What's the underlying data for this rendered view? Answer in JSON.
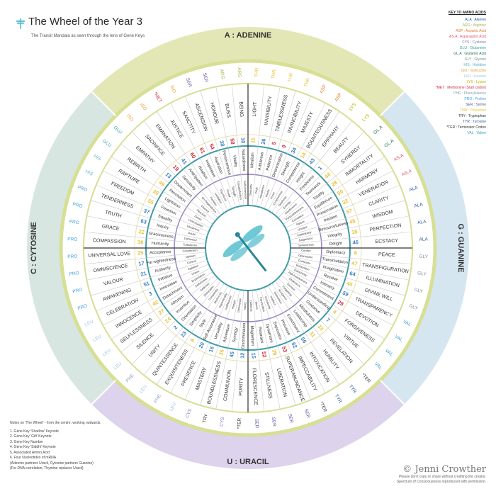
{
  "header": {
    "title": "The Wheel of the Year 3",
    "subtitle": "The Transit Mandala as seen through the lens of Gene Keys"
  },
  "nucleotides": {
    "adenine": "A : ADENINE",
    "guanine": "G : GUANINE",
    "uracil": "U : URACIL",
    "cytosine": "C : CYTOSINE"
  },
  "key": {
    "title": "KEY TO AMINO ACIDS",
    "entries": [
      {
        "label": "ALA : Alanine",
        "color": "#2c5aa0"
      },
      {
        "label": "ARG : Arginine",
        "color": "#9ab84a"
      },
      {
        "label": "ASP : Aspartic Acid",
        "color": "#e07a2e"
      },
      {
        "label": "AS.A : Asparaginic Acid",
        "color": "#e0566b"
      },
      {
        "label": "CYS : Cysteine",
        "color": "#7a7fb8"
      },
      {
        "label": "GLU : Glutamine",
        "color": "#3aa0a0"
      },
      {
        "label": "GL.A : Glutamic Acid",
        "color": "#2f6f4f"
      },
      {
        "label": "GLY : Glycine",
        "color": "#7b8b9b"
      },
      {
        "label": "HIS : Histidine",
        "color": "#5ab0c8"
      },
      {
        "label": "ISO : Isoleucine",
        "color": "#e8a030"
      },
      {
        "label": "LEU : Leucine",
        "color": "#9ec6e0"
      },
      {
        "label": "LYS : Lysine",
        "color": "#b8b000"
      },
      {
        "label": "*MET : Methionine (Start codon)",
        "color": "#d03040"
      },
      {
        "label": "PHE : Phenylalanine",
        "color": "#8aa0b8"
      },
      {
        "label": "PRO : Proline",
        "color": "#3fa0e0"
      },
      {
        "label": "SER : Serine",
        "color": "#6060a0"
      },
      {
        "label": "THR : Threonine",
        "color": "#e8c23a"
      },
      {
        "label": "TRY : Tryptophan",
        "color": "#333333"
      },
      {
        "label": "TYR : Tyrosine",
        "color": "#3060a0"
      },
      {
        "label": "*TER : Terminator Codon",
        "color": "#333333"
      },
      {
        "label": "VAL : Valine",
        "color": "#3aa0c8"
      }
    ]
  },
  "notes": {
    "title": "Notes on 'The Wheel' - from the centre, working outwards.",
    "items": [
      "1. Gene Key 'Shadow' Keynote",
      "2. Gene Key 'Gift' Keynote",
      "3. Gene Key Number",
      "4. Gene Key 'Siddhi' Keynote",
      "5. Associated Amino Acid",
      "6. Four Nucleotides of mRNA",
      "(Adenine partners Uracil, Cytosine partners Guanine)",
      "(For DNA correlation, Thymine replaces Uracil)"
    ]
  },
  "credit": {
    "signature": "Jenni Crowther",
    "line1": "Please don't copy or share without crediting the creator.",
    "line2": "Spectrum of Consciousness reproduced with permission."
  },
  "colors": {
    "adenine": "#e3e7b6",
    "guanine": "#d5e6f1",
    "uracil": "#ddd3ec",
    "cytosine": "#d7e6e1",
    "ring_green": "#d7df95",
    "ring_teal": "#3e9aa8",
    "ring_purple": "#9a83c4",
    "number_yellow": "#e8c23a",
    "number_red": "#d03040",
    "number_blue": "#3a7fc0",
    "dragonfly": "#3fb6c8"
  },
  "wheel": {
    "keys": [
      {
        "num": "11",
        "siddhi": "LIGHT",
        "gift": "Idealism",
        "shadow": "Obscurity",
        "amino": "THR",
        "tone": "y"
      },
      {
        "num": "26",
        "siddhi": "INVISIBILITY",
        "gift": "Artfulness",
        "shadow": "Pride",
        "amino": "THR",
        "tone": "b"
      },
      {
        "num": "5",
        "siddhi": "TIMELESSNESS",
        "gift": "Patience",
        "shadow": "Impatience",
        "amino": "THR",
        "tone": "r"
      },
      {
        "num": "9",
        "siddhi": "INVINCIBILITY",
        "gift": "Determination",
        "shadow": "Inertia",
        "amino": "THR",
        "tone": "r"
      },
      {
        "num": "34",
        "siddhi": "MAJESTY",
        "gift": "Strength",
        "shadow": "Force",
        "amino": "ASP",
        "tone": "b"
      },
      {
        "num": "14",
        "siddhi": "BOUNTEOUSNESS",
        "gift": "Competence",
        "shadow": "Compromise",
        "amino": "ASP",
        "tone": "y"
      },
      {
        "num": "43",
        "siddhi": "EPIPHANY",
        "gift": "Insight",
        "shadow": "Deafness",
        "amino": "LYS",
        "tone": "b"
      },
      {
        "num": "1",
        "siddhi": "BEAUTY",
        "gift": "Freshness",
        "shadow": "Entropy",
        "amino": "LYS",
        "tone": "b"
      },
      {
        "num": "44",
        "siddhi": "SYNERGY",
        "gift": "Teamwork",
        "shadow": "Interference",
        "amino": "GL.A",
        "tone": "y"
      },
      {
        "num": "28",
        "siddhi": "IMMORTALITY",
        "gift": "Totality",
        "shadow": "Purposelessness",
        "amino": "GL.A",
        "tone": "y"
      },
      {
        "num": "50",
        "siddhi": "HARMONY",
        "gift": "Equilibrium",
        "shadow": "Corruption",
        "amino": "AS.A",
        "tone": "y"
      },
      {
        "num": "32",
        "siddhi": "VENERATION",
        "gift": "Preservation",
        "shadow": "Failure",
        "amino": "AS.A",
        "tone": "y"
      },
      {
        "num": "57",
        "siddhi": "CLARITY",
        "gift": "Intuition",
        "shadow": "Unease",
        "amino": "ALA",
        "tone": "y"
      },
      {
        "num": "48",
        "siddhi": "WISDOM",
        "gift": "Resourcefulness",
        "shadow": "Inadequacy",
        "amino": "ALA",
        "tone": "y"
      },
      {
        "num": "18",
        "siddhi": "PERFECTION",
        "gift": "Integrity",
        "shadow": "Judgement",
        "amino": "ALA",
        "tone": "y"
      },
      {
        "num": "46",
        "siddhi": "ECSTACY",
        "gift": "Delight",
        "shadow": "Seriousness",
        "amino": "ALA",
        "tone": "b"
      },
      {
        "num": "6",
        "siddhi": "PEACE",
        "gift": "Diplomacy",
        "shadow": "Conflict",
        "amino": "GLY",
        "tone": "y"
      },
      {
        "num": "47",
        "siddhi": "TRANSFIGURATION",
        "gift": "Transmutation",
        "shadow": "Oppression",
        "amino": "GLY",
        "tone": "y"
      },
      {
        "num": "64",
        "siddhi": "ILLUMINATION",
        "gift": "Imagination",
        "shadow": "Confusion",
        "amino": "GLY",
        "tone": "b"
      },
      {
        "num": "40",
        "siddhi": "DIVINE WILL",
        "gift": "Resolve",
        "shadow": "Exhaustion",
        "amino": "GLY",
        "tone": "y"
      },
      {
        "num": "59",
        "siddhi": "TRANSPARENCY",
        "gift": "Intimacy",
        "shadow": "Dishonesty",
        "amino": "VAL",
        "tone": "b"
      },
      {
        "num": "29",
        "siddhi": "DEVOTION",
        "gift": "Commitment",
        "shadow": "Half-heartedness",
        "amino": "VAL",
        "tone": "r"
      },
      {
        "num": "4",
        "siddhi": "FORGIVENESS",
        "gift": "Understanding",
        "shadow": "Intolerance",
        "amino": "VAL",
        "tone": "y"
      },
      {
        "num": "7",
        "siddhi": "VIRTUE",
        "gift": "Guidance",
        "shadow": "Division",
        "amino": "VAL",
        "tone": "b"
      },
      {
        "num": "33",
        "siddhi": "REVELATION",
        "gift": "Mindfulness",
        "shadow": "Forgetting",
        "amino": "*TER",
        "tone": "y"
      },
      {
        "num": "31",
        "siddhi": "HUMILITY",
        "gift": "Leadership",
        "shadow": "Arrogance",
        "amino": "TYR",
        "tone": "y"
      },
      {
        "num": "56",
        "siddhi": "INTOXICATION",
        "gift": "Enrichment",
        "shadow": "Distraction",
        "amino": "TYR",
        "tone": "b"
      },
      {
        "num": "62",
        "siddhi": "IMPECCABILITY",
        "gift": "Precision",
        "shadow": "Intellect",
        "amino": "*TER",
        "tone": "b"
      },
      {
        "num": "53",
        "siddhi": "SUPERABUNDANCE",
        "gift": "Expansion",
        "shadow": "Immaturity",
        "amino": "SER",
        "tone": "r"
      },
      {
        "num": "39",
        "siddhi": "LIBERATION",
        "gift": "Dynamism",
        "shadow": "Provocation",
        "amino": "SER",
        "tone": "y"
      },
      {
        "num": "52",
        "siddhi": "STILLNESS",
        "gift": "Restraint",
        "shadow": "Stress",
        "amino": "SER",
        "tone": "r"
      },
      {
        "num": "15",
        "siddhi": "FLORESCENCE",
        "gift": "Magnetism",
        "shadow": "Dullness",
        "amino": "SER",
        "tone": "b"
      },
      {
        "num": "12",
        "siddhi": "PURITY",
        "gift": "Discrimination",
        "shadow": "Vanity",
        "amino": "*TER",
        "tone": "b"
      },
      {
        "num": "45",
        "siddhi": "COMMUNION",
        "gift": "Synergy",
        "shadow": "Dominance",
        "amino": "CYS",
        "tone": "b"
      },
      {
        "num": "35",
        "siddhi": "BOUNDLESSNESS",
        "gift": "Adventure",
        "shadow": "Hunger",
        "amino": "TRY",
        "tone": "y"
      },
      {
        "num": "16",
        "siddhi": "MASTERY",
        "gift": "Versatility",
        "shadow": "Indifference",
        "amino": "CYS",
        "tone": "b"
      },
      {
        "num": "20",
        "siddhi": "PRESENCE",
        "gift": "Self-Assurance",
        "shadow": "Superficiality",
        "amino": "LEU",
        "tone": "b"
      },
      {
        "num": "8",
        "siddhi": "EXQUISITENESS",
        "gift": "Style",
        "shadow": "Mediocrity",
        "amino": "PHE",
        "tone": "y"
      },
      {
        "num": "23",
        "siddhi": "QUINTESSENCE",
        "gift": "Simplicity",
        "shadow": "Complexity",
        "amino": "LEU",
        "tone": "b"
      },
      {
        "num": "2",
        "siddhi": "UNITY",
        "gift": "Orientation",
        "shadow": "Dislocation",
        "amino": "PHE",
        "tone": "b"
      },
      {
        "num": "24",
        "siddhi": "SILENCE",
        "gift": "Invention",
        "shadow": "Addiction",
        "amino": "LEU",
        "tone": "y"
      },
      {
        "num": "27",
        "siddhi": "SELFLESSNESS",
        "gift": "Altruism",
        "shadow": "Selfishness",
        "amino": "LEU",
        "tone": "y"
      },
      {
        "num": "42",
        "siddhi": "INNOCENCE",
        "gift": "Detachment",
        "shadow": "Expectation",
        "amino": "LEU",
        "tone": "y"
      },
      {
        "num": "3",
        "siddhi": "CELEBRATION",
        "gift": "Innovation",
        "shadow": "Chaos",
        "amino": "LEU",
        "tone": "b"
      },
      {
        "num": "51",
        "siddhi": "AWAKENING",
        "gift": "Initiative",
        "shadow": "Agitation",
        "amino": "PRO",
        "tone": "b"
      },
      {
        "num": "21",
        "siddhi": "VALOUR",
        "gift": "Authority",
        "shadow": "Control",
        "amino": "PRO",
        "tone": "b"
      },
      {
        "num": "17",
        "siddhi": "OMNISCIENCE",
        "gift": "Far-sightedness",
        "shadow": "Opinion",
        "amino": "PRO",
        "tone": "b"
      },
      {
        "num": "25",
        "siddhi": "UNIVERSAL LOVE",
        "gift": "Acceptance",
        "shadow": "Constriction",
        "amino": "PRO",
        "tone": "y"
      },
      {
        "num": "36",
        "siddhi": "COMPASSION",
        "gift": "Humanity",
        "shadow": "Turbulence",
        "amino": "PRO",
        "tone": "y"
      },
      {
        "num": "22",
        "siddhi": "GRACE",
        "gift": "Graciousness",
        "shadow": "Dishonour",
        "amino": "PRO",
        "tone": "y"
      },
      {
        "num": "63",
        "siddhi": "TRUTH",
        "gift": "Inquiry",
        "shadow": "Doubt",
        "amino": "PRO",
        "tone": "b"
      },
      {
        "num": "37",
        "siddhi": "TENDERNESS",
        "gift": "Equality",
        "shadow": "Weakness",
        "amino": "PRO",
        "tone": "b"
      },
      {
        "num": "55",
        "siddhi": "FREEDOM",
        "gift": "Freedom",
        "shadow": "Victimisation",
        "amino": "HIS",
        "tone": "y"
      },
      {
        "num": "30",
        "siddhi": "RAPTURE",
        "gift": "Lightness",
        "shadow": "Desire",
        "amino": "HIS",
        "tone": "y"
      },
      {
        "num": "49",
        "siddhi": "REBIRTH",
        "gift": "Revolution",
        "shadow": "Reaction",
        "amino": "GLU",
        "tone": "y"
      },
      {
        "num": "13",
        "siddhi": "EMPATHY",
        "gift": "Discernment",
        "shadow": "Discord",
        "amino": "GLU",
        "tone": "b"
      },
      {
        "num": "19",
        "siddhi": "SACRIFICE",
        "gift": "Sensitivity",
        "shadow": "Co-Dependence",
        "amino": "ISO",
        "tone": "r"
      },
      {
        "num": "41",
        "siddhi": "EMANATION",
        "gift": "Anticipation",
        "shadow": "Fantasy",
        "amino": "ISO",
        "tone": "b"
      },
      {
        "num": "60",
        "siddhi": "JUSTICE",
        "gift": "Realism",
        "shadow": "Limitation",
        "amino": "*MET",
        "tone": "r"
      },
      {
        "num": "61",
        "siddhi": "SANCTITY",
        "gift": "Inspiration",
        "shadow": "Psychosis",
        "amino": "ISO",
        "tone": "r"
      },
      {
        "num": "54",
        "siddhi": "ASCENSION",
        "gift": "Aspiration",
        "shadow": "Greed",
        "amino": "SER",
        "tone": "r"
      },
      {
        "num": "38",
        "siddhi": "HONOUR",
        "gift": "Perseverance",
        "shadow": "Struggle",
        "amino": "SER",
        "tone": "b"
      },
      {
        "num": "58",
        "siddhi": "BLISS",
        "gift": "Vitality",
        "shadow": "Dissatisfaction",
        "amino": "ARG",
        "tone": "r"
      },
      {
        "num": "10",
        "siddhi": "BEING",
        "gift": "Naturalness",
        "shadow": "Self-obsession",
        "amino": "ARG",
        "tone": "b"
      }
    ]
  }
}
